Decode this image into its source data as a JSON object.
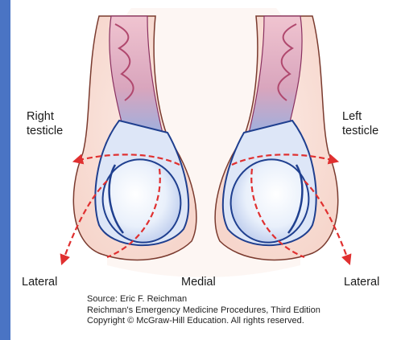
{
  "labels": {
    "right_testicle_line1": "Right",
    "right_testicle_line2": "testicle",
    "left_testicle_line1": "Left",
    "left_testicle_line2": "testicle",
    "lateral_left_side": "Lateral",
    "medial": "Medial",
    "lateral_right_side": "Lateral"
  },
  "source": {
    "line1": "Source: Eric F. Reichman",
    "line2": "Reichman's Emergency Medicine Procedures, Third Edition",
    "line3": "Copyright © McGraw-Hill Education. All rights reserved."
  },
  "colors": {
    "frame": "#4a74c4",
    "scrotum_outline": "#7a3a2e",
    "tunica_outline": "#1f3f8f",
    "arrow": "#e03030",
    "cord": "#c87a9a"
  }
}
